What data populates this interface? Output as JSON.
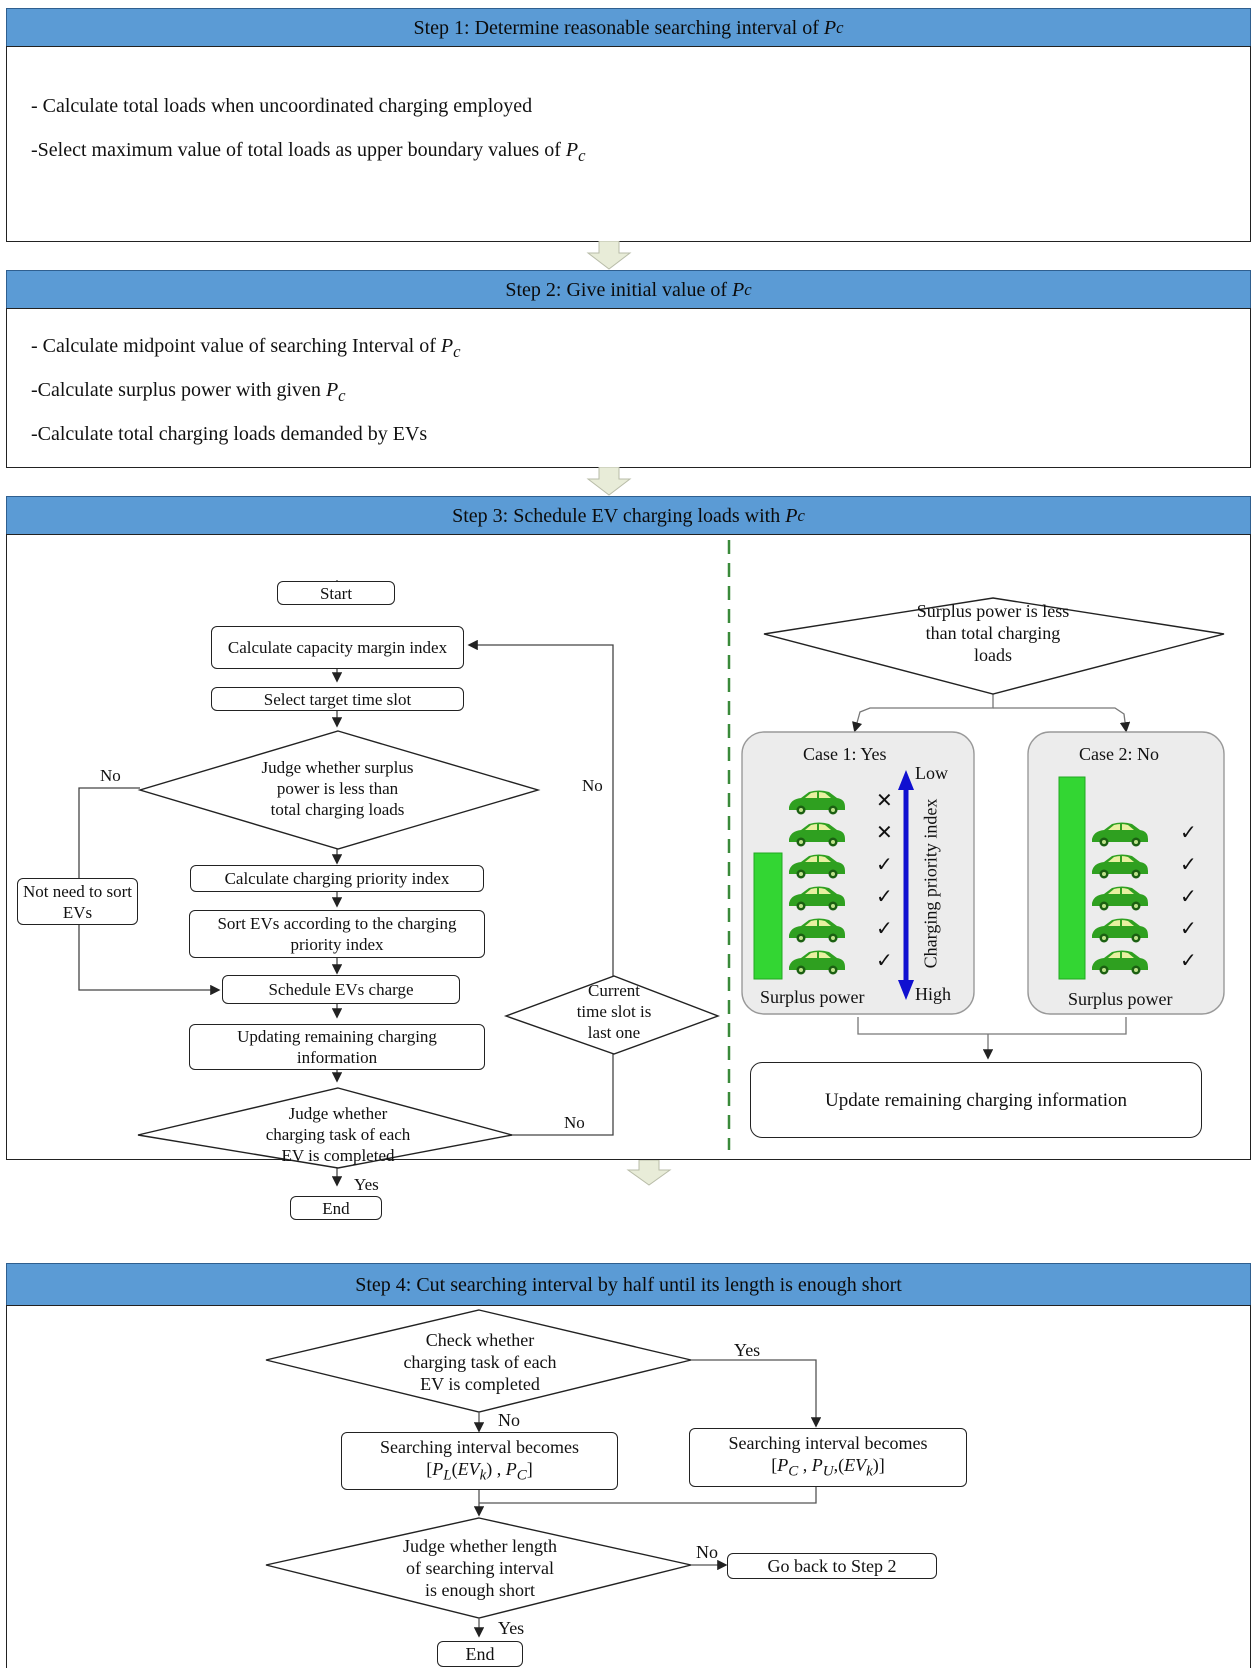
{
  "step1": {
    "title": "Step 1: Determine reasonable searching interval of ",
    "var": "P",
    "sub": "c",
    "lines": [
      "- Calculate total loads when uncoordinated charging employed",
      "-Select maximum value of total loads as upper boundary values of "
    ]
  },
  "step2": {
    "title": "Step 2: Give initial value of ",
    "lines": [
      "- Calculate midpoint value of searching Interval of ",
      "-Calculate surplus power with given ",
      "-Calculate total charging loads demanded by EVs"
    ]
  },
  "step3": {
    "title": "Step 3: Schedule EV charging loads with ",
    "flow": {
      "start": "Start",
      "capacity": "Calculate capacity margin index",
      "select_slot": "Select target time slot",
      "judge_surplus": [
        "Judge whether surplus",
        "power is less than",
        "total charging loads"
      ],
      "calc_priority": "Calculate charging priority index",
      "sort_evs": "Sort EVs according to the charging priority index",
      "schedule": "Schedule EVs charge",
      "updating": "Updating remaining charging information",
      "judge_task": [
        "Judge whether",
        "charging task of each",
        "EV is completed"
      ],
      "end": "End",
      "not_need": "Not need to sort EVs",
      "current_slot": [
        "Current",
        "time slot is",
        "last one"
      ],
      "no": "No",
      "yes": "Yes"
    },
    "right": {
      "surplus_less": [
        "Surplus power is less",
        "than total charging",
        "loads"
      ],
      "case1": "Case 1: Yes",
      "case2": "Case 2: No",
      "low": "Low",
      "high": "High",
      "priority_axis": "Charging priority index",
      "surplus_power": "Surplus power",
      "update": "Update remaining charging information",
      "case1_marks": [
        "cross",
        "cross",
        "check",
        "check",
        "check",
        "check"
      ],
      "case2_marks": [
        "check",
        "check",
        "check",
        "check",
        "check"
      ],
      "colors": {
        "car": "#2fa020",
        "bar": "#33d633",
        "arrow": "#1010d0",
        "cross": "#e03040",
        "check": "#3a3ab0"
      }
    }
  },
  "step4": {
    "title": "Step 4: Cut searching interval by half until its length is enough short",
    "check": [
      "Check whether",
      "charging task of each",
      "EV is completed"
    ],
    "interval_left": "Searching interval becomes",
    "interval_right": "Searching interval becomes",
    "judge_length": [
      "Judge whether length",
      "of searching interval",
      "is enough short"
    ],
    "go_back": "Go back to Step 2",
    "end": "End",
    "yes": "Yes",
    "no": "No"
  },
  "colors": {
    "header": "#5b9bd5",
    "divider": "#3a8a3a",
    "big_arrow": "#e8ecd8"
  }
}
